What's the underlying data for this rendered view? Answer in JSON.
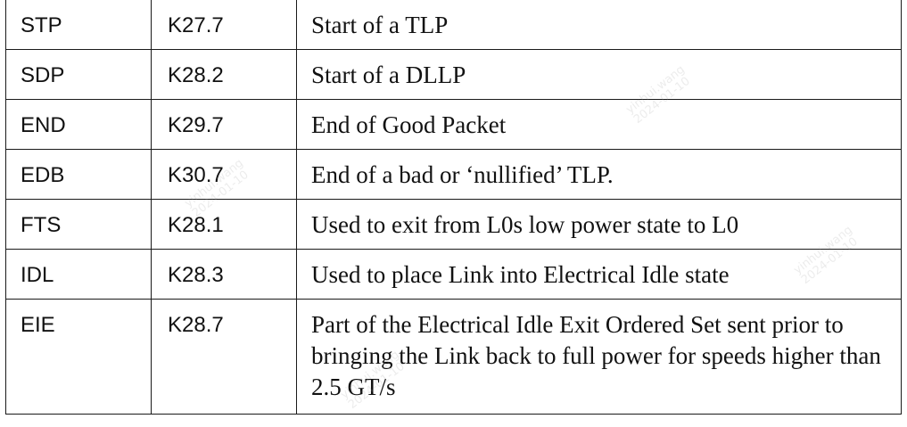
{
  "table": {
    "rows": [
      {
        "symbol": "STP",
        "code": "K27.7",
        "description": "Start of a TLP"
      },
      {
        "symbol": "SDP",
        "code": "K28.2",
        "description": "Start of a DLLP"
      },
      {
        "symbol": "END",
        "code": "K29.7",
        "description": "End of Good Packet"
      },
      {
        "symbol": "EDB",
        "code": "K30.7",
        "description": "End of a bad or ‘nullified’ TLP."
      },
      {
        "symbol": "FTS",
        "code": "K28.1",
        "description": "Used to exit from L0s low power state to L0"
      },
      {
        "symbol": "IDL",
        "code": "K28.3",
        "description": "Used to place Link into Electrical Idle state"
      },
      {
        "symbol": "EIE",
        "code": "K28.7",
        "description": "Part of the Electrical Idle Exit Ordered Set sent prior to bringing the Link back to full power for speeds higher than 2.5 GT/s"
      }
    ]
  },
  "watermark": {
    "name": "yinhui.wang",
    "date": "2024-01-10"
  }
}
